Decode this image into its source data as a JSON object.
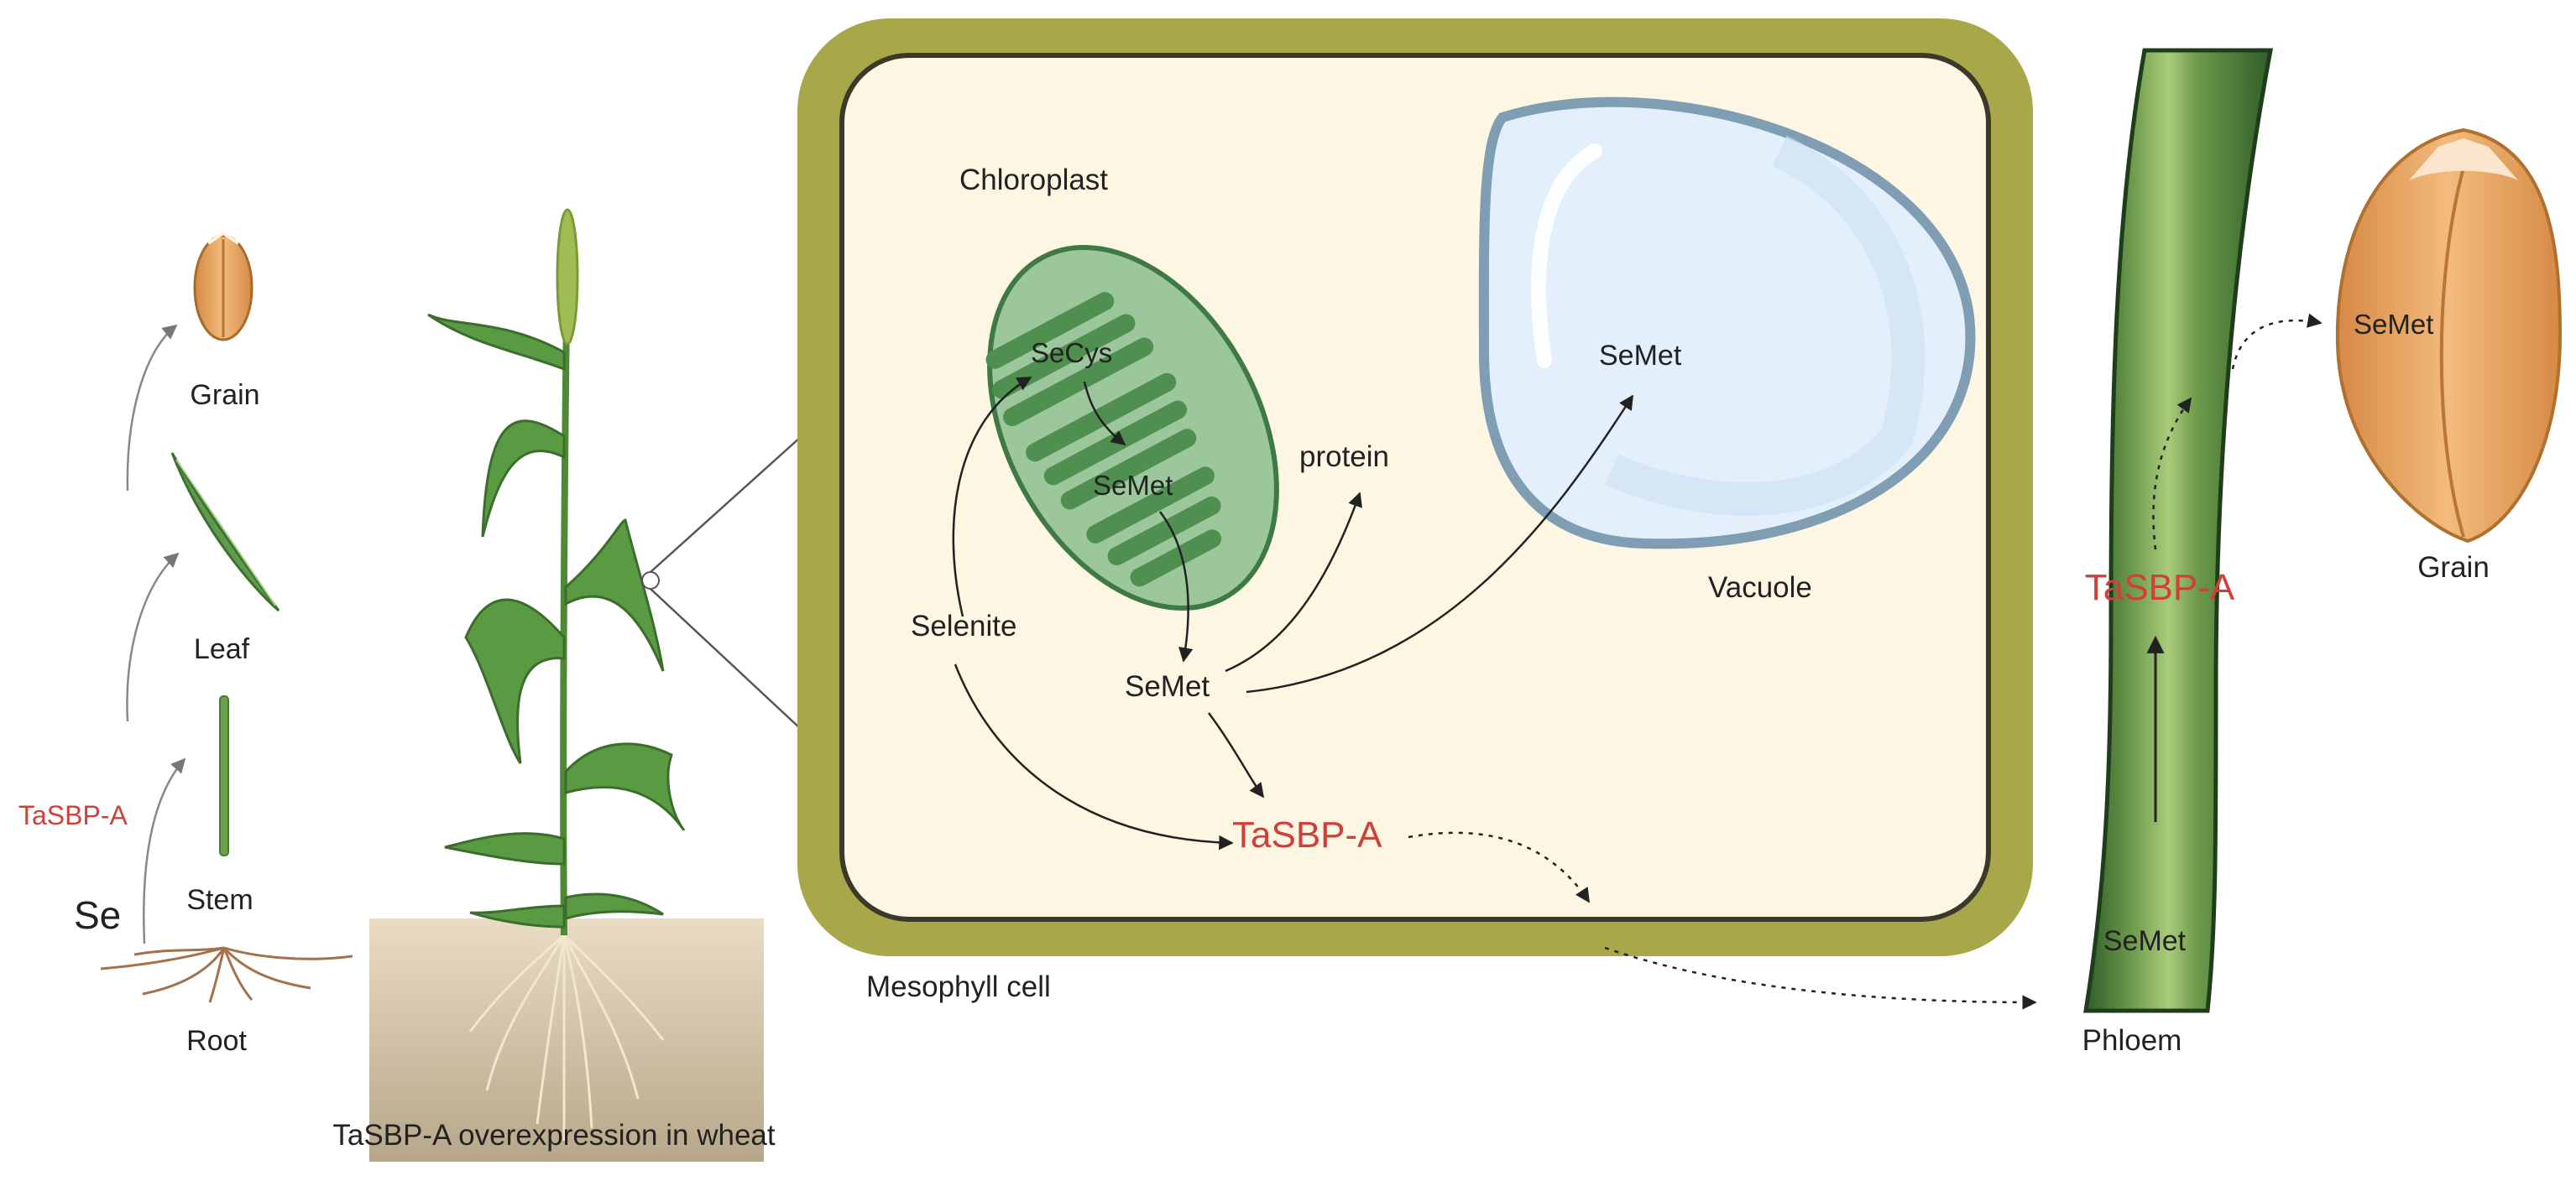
{
  "left_panel": {
    "labels": {
      "grain": "Grain",
      "leaf": "Leaf",
      "stem": "Stem",
      "root": "Root",
      "se": "Se",
      "gene": "TaSBP-A"
    }
  },
  "plant_panel": {
    "caption": "TaSBP-A overexpression in wheat"
  },
  "cell_panel": {
    "cell_label": "Mesophyll cell",
    "chloroplast_label": "Chloroplast",
    "secys": "SeCys",
    "semet_inside": "SeMet",
    "selenite": "Selenite",
    "semet_cytosol": "SeMet",
    "protein": "protein",
    "semet_vacuole": "SeMet",
    "vacuole_label": "Vacuole",
    "gene": "TaSBP-A"
  },
  "phloem_panel": {
    "gene": "TaSBP-A",
    "semet": "SeMet",
    "phloem_label": "Phloem"
  },
  "grain_panel": {
    "semet": "SeMet",
    "grain_label": "Grain"
  },
  "colors": {
    "gene_red": "#d0403a",
    "cell_wall": "#a8a84a",
    "cytoplasm": "#fdf6e3",
    "chloroplast": "#9cc79d",
    "thylakoid": "#4f8f4f",
    "vacuole": "#e3f0fb",
    "vacuole_rim": "#7f9db3",
    "phloem": "#5f8f3f",
    "grain": "#e8a55e"
  }
}
